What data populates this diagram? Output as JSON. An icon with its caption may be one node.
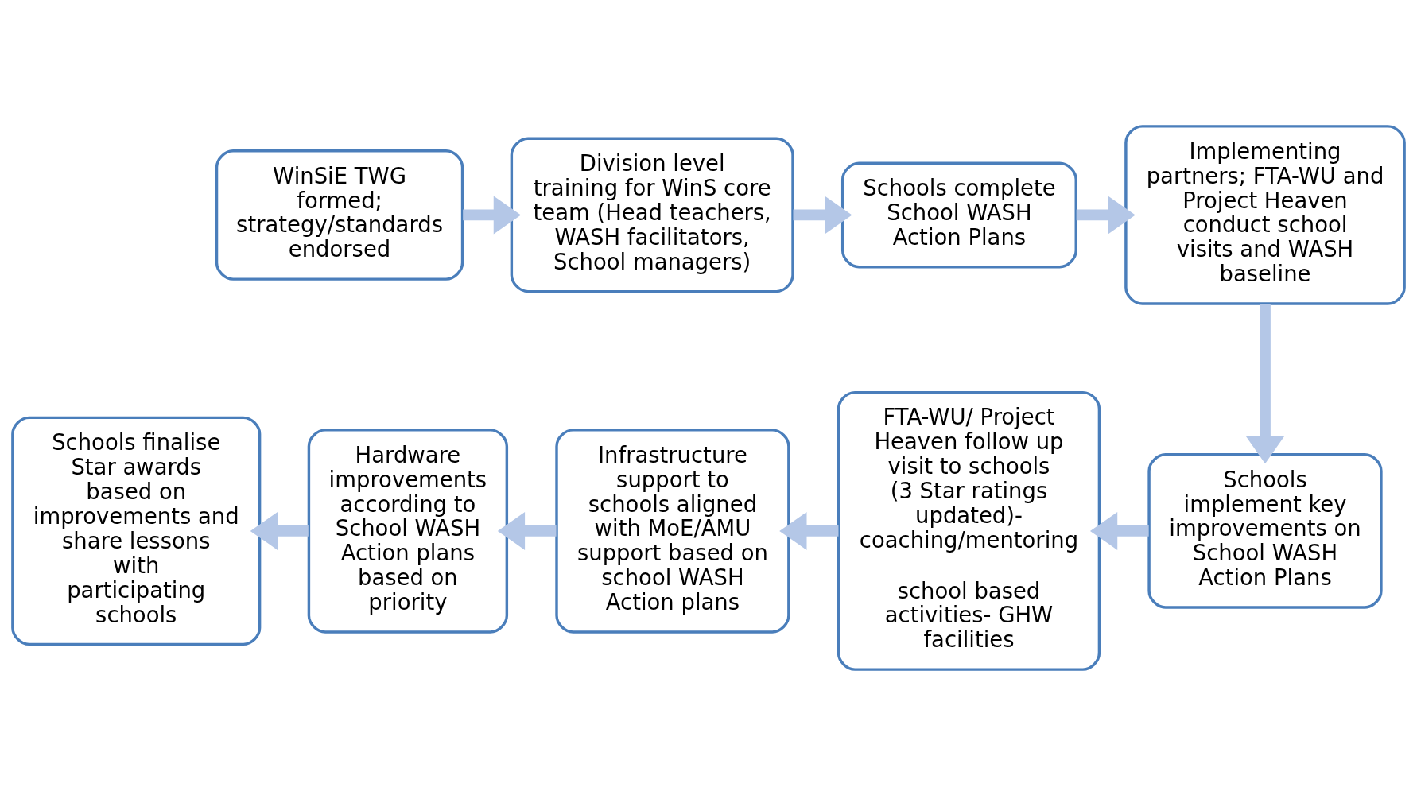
{
  "diagram": {
    "nodes": [
      {
        "text": [
          "WinSiE TWG formed; strategy/standards endorsed"
        ]
      },
      {
        "text": [
          "Division level training for WinS core team (Head teachers, WASH facilitators, School managers)"
        ]
      },
      {
        "text": [
          "Schools complete School WASH Action Plans"
        ]
      },
      {
        "text": [
          "Implementing partners; FTA-WU and Project Heaven conduct school visits and WASH baseline"
        ]
      },
      {
        "text": [
          "Schools implement key improvements on School WASH Action Plans"
        ]
      },
      {
        "text": [
          "FTA-WU/ Project Heaven follow up visit to schools (3 Star ratings updated)- coaching/mentoring",
          "school based activities- GHW facilities"
        ]
      },
      {
        "text": [
          "Infrastructure support to schools aligned with MoE/AMU support based on school WASH Action plans"
        ]
      },
      {
        "text": [
          "Hardware improvements according to School WASH Action plans based on priority"
        ]
      },
      {
        "text": [
          "Schools finalise Star awards based on improvements and share lessons with participating schools"
        ]
      }
    ],
    "edges": [
      {
        "from": 0,
        "to": 1,
        "arrow": "to"
      },
      {
        "from": 1,
        "to": 2,
        "arrow": "to"
      },
      {
        "from": 2,
        "to": 3,
        "arrow": "to"
      },
      {
        "from": 3,
        "to": 4,
        "arrow": "to"
      },
      {
        "from": 4,
        "to": 5,
        "arrow": "to"
      },
      {
        "from": 5,
        "to": 6,
        "arrow": "to"
      },
      {
        "from": 6,
        "to": 7,
        "arrow": "to"
      },
      {
        "from": 7,
        "to": 8,
        "arrow": "to"
      }
    ]
  }
}
